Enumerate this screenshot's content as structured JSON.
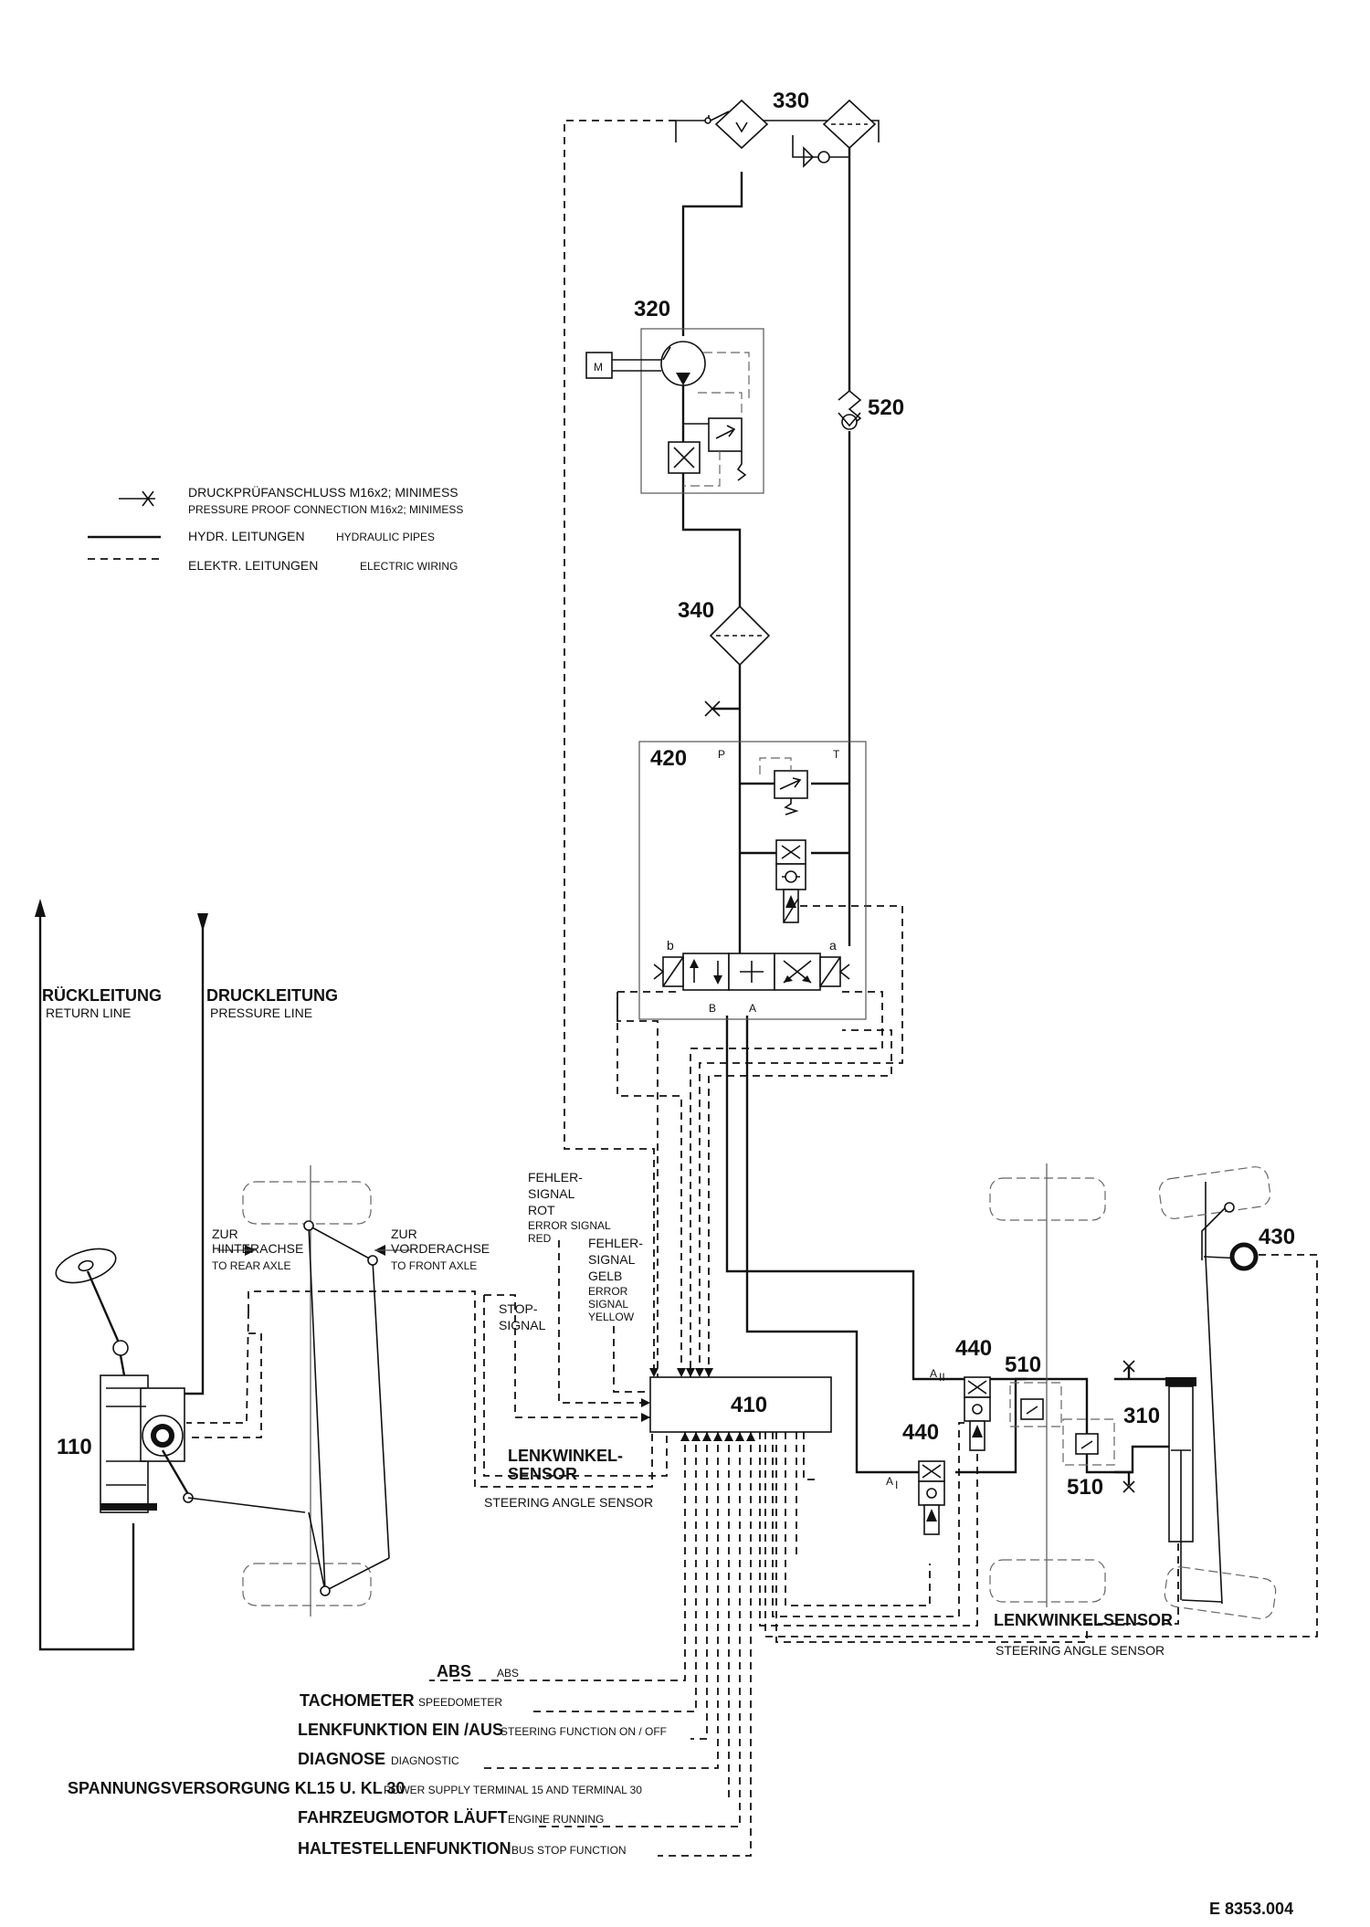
{
  "components": {
    "c110": "110",
    "c310": "310",
    "c320": "320",
    "c330": "330",
    "c340": "340",
    "c410": "410",
    "c420": "420",
    "c430": "430",
    "c440a": "440",
    "c440b": "440",
    "c510a": "510",
    "c510b": "510",
    "c520": "520",
    "motor": "M"
  },
  "ports": {
    "p": "P",
    "t": "T",
    "a": "a",
    "b": "b",
    "A": "A",
    "B": "B",
    "a1": "A",
    "a1_sub": "I",
    "a2": "A",
    "a2_sub": "II"
  },
  "legend": {
    "pressure_test_de": "DRUCKPRÜFANSCHLUSS  M16x2; MINIMESS",
    "pressure_test_en": "PRESSURE PROOF CONNECTION  M16x2; MINIMESS",
    "hydraulic_de": "HYDR. LEITUNGEN",
    "hydraulic_en": "HYDRAULIC PIPES",
    "electric_de": "ELEKTR. LEITUNGEN",
    "electric_en": "ELECTRIC WIRING"
  },
  "lines": {
    "return_de": "RÜCKLEITUNG",
    "return_en": "RETURN LINE",
    "pressure_de": "DRUCKLEITUNG",
    "pressure_en": "PRESSURE LINE"
  },
  "axles": {
    "rear_de1": "ZUR",
    "rear_de2": "HINTERACHSE",
    "rear_en": "TO REAR AXLE",
    "front_de1": "ZUR",
    "front_de2": "VORDERACHSE",
    "front_en": "TO FRONT AXLE"
  },
  "signals": {
    "stop_1": "STOP-",
    "stop_2": "SIGNAL",
    "err_red_1": "FEHLER-",
    "err_red_2": "SIGNAL",
    "err_red_3": "ROT",
    "err_red_4": "ERROR SIGNAL",
    "err_red_5": "RED",
    "err_yel_1": "FEHLER-",
    "err_yel_2": "SIGNAL",
    "err_yel_3": "GELB",
    "err_yel_4": "ERROR",
    "err_yel_5": "SIGNAL",
    "err_yel_6": "YELLOW",
    "steer_left_de1": "LENKWINKEL-",
    "steer_left_de2": "SENSOR",
    "steer_left_en": "STEERING ANGLE SENSOR",
    "steer_right_de": "LENKWINKELSENSOR",
    "steer_right_en": "STEERING ANGLE SENSOR"
  },
  "inputs": [
    {
      "de": "ABS",
      "en": "ABS"
    },
    {
      "de": "TACHOMETER",
      "en": "SPEEDOMETER"
    },
    {
      "de": "LENKFUNKTION EIN /AUS",
      "en": "STEERING FUNCTION ON / OFF"
    },
    {
      "de": "DIAGNOSE",
      "en": "DIAGNOSTIC"
    },
    {
      "de": "SPANNUNGSVERSORGUNG KL15 U. KL 30",
      "en": "POWER SUPPLY TERMINAL 15 AND TERMINAL 30"
    },
    {
      "de": "FAHRZEUGMOTOR LÄUFT",
      "en": "ENGINE RUNNING"
    },
    {
      "de": "HALTESTELLENFUNKTION",
      "en": "BUS STOP FUNCTION"
    }
  ],
  "drawing_number": "E 8353.004"
}
